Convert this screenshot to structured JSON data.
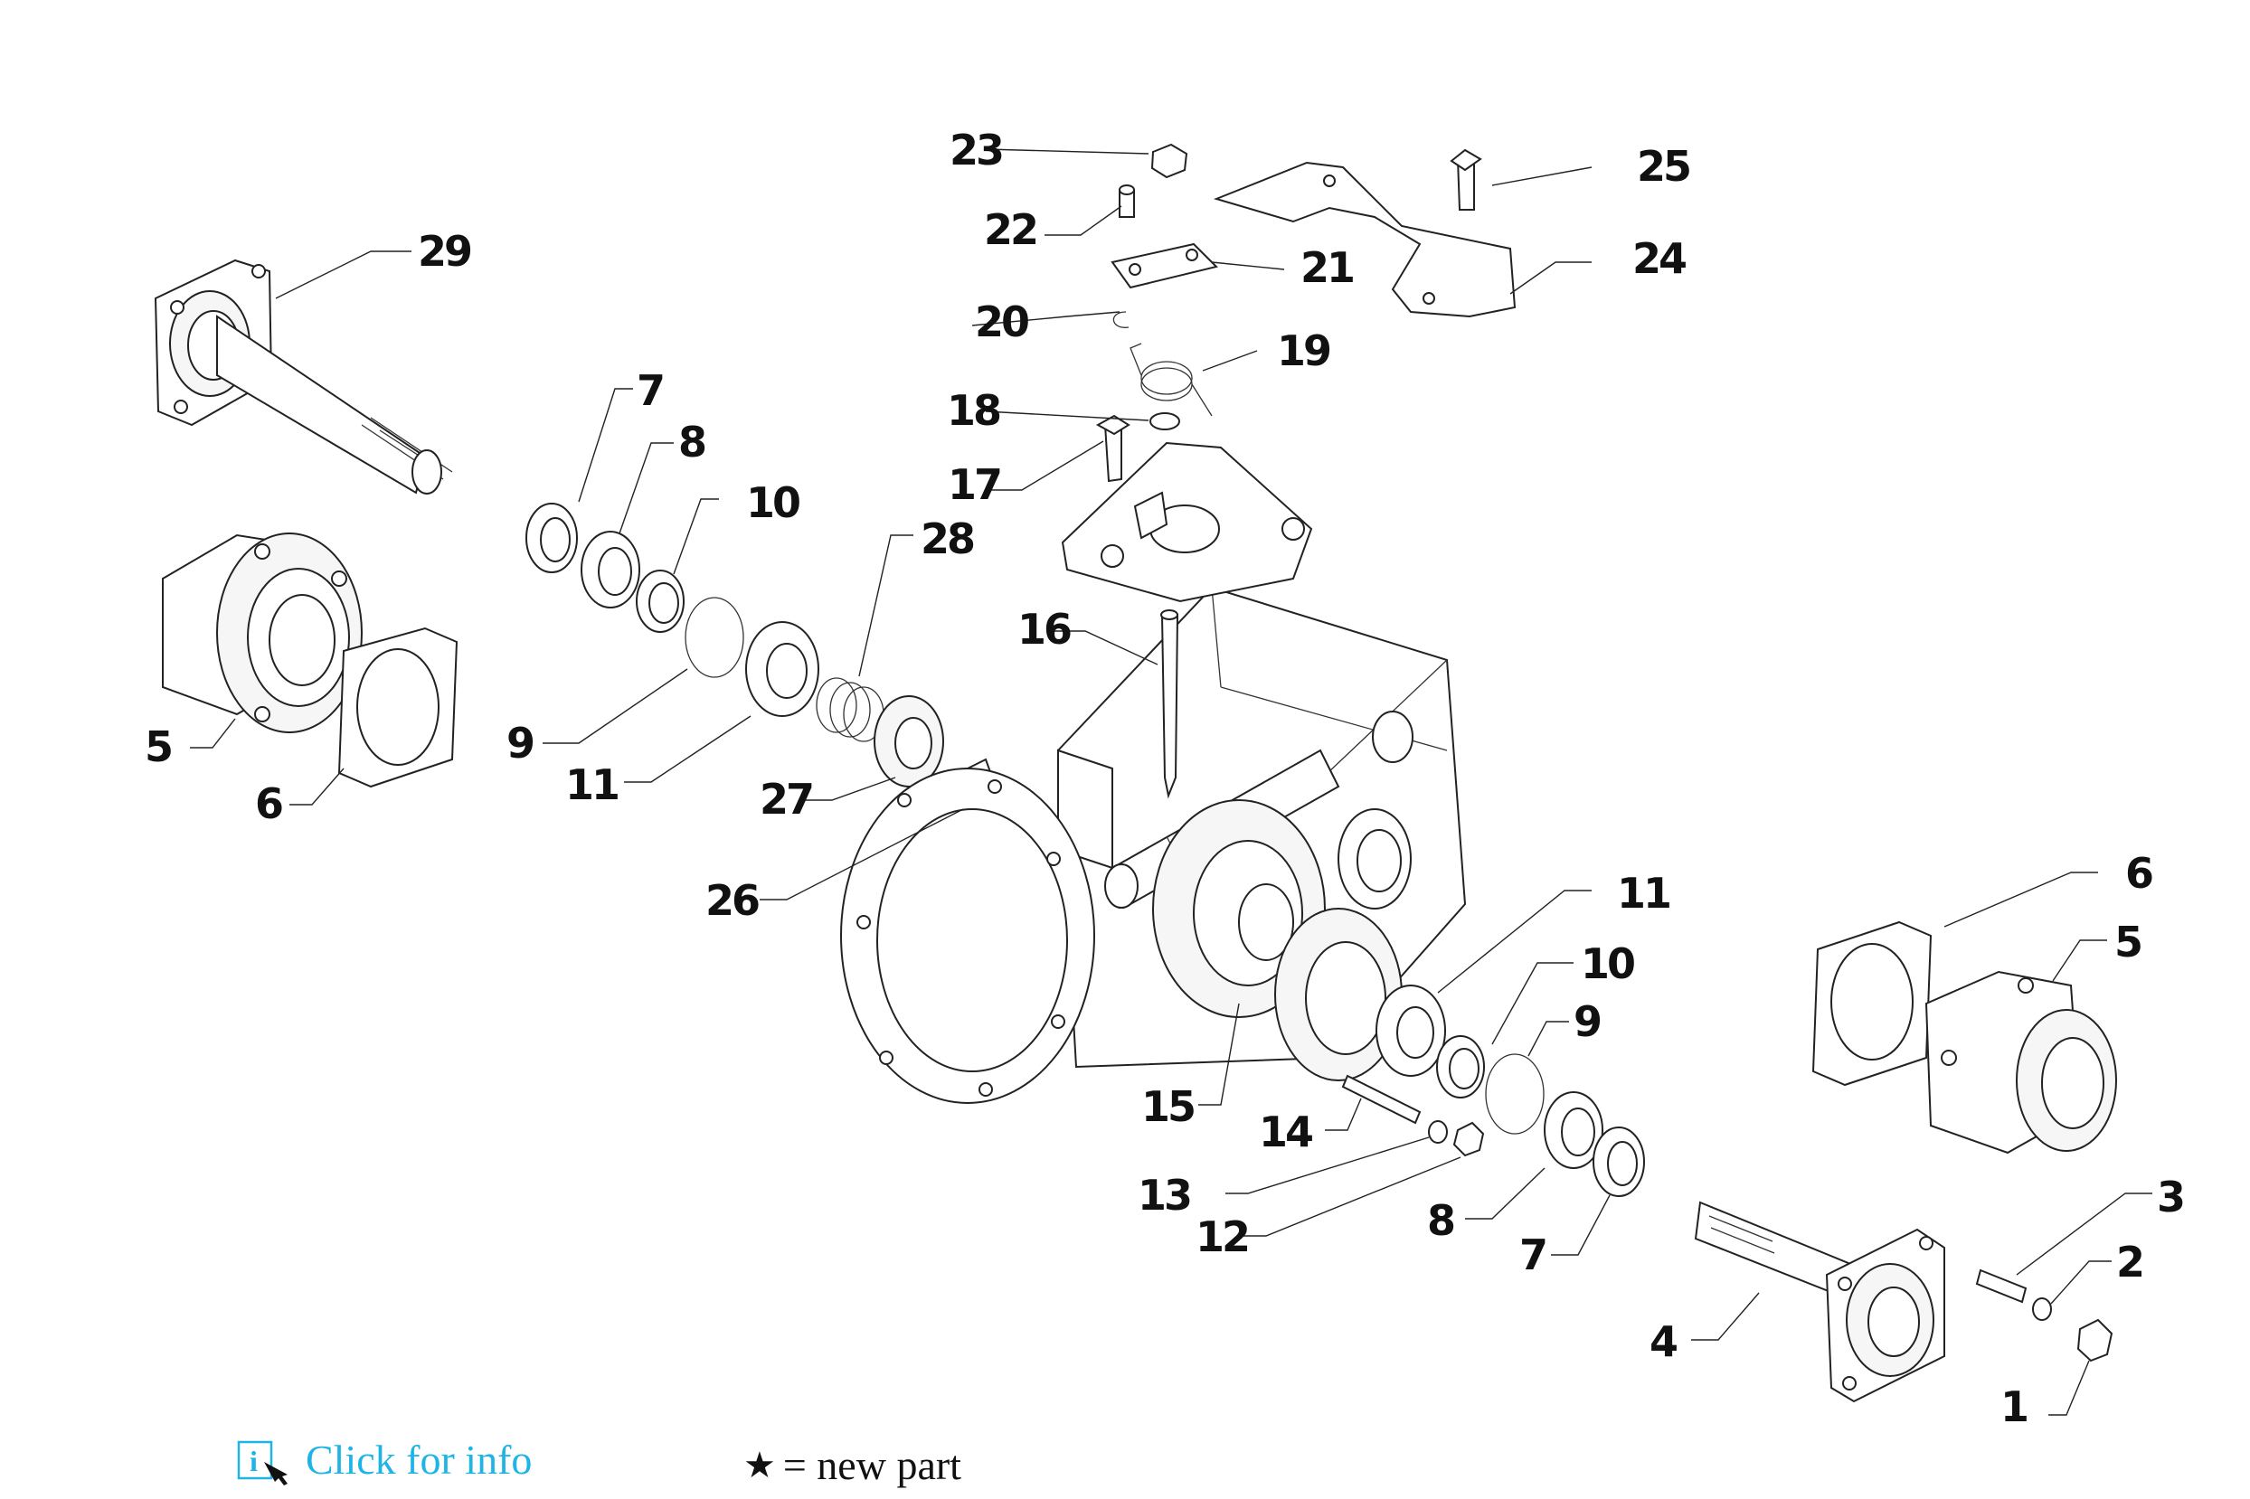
{
  "diagram": {
    "callouts": [
      {
        "id": "c29",
        "label": "29"
      },
      {
        "id": "c23",
        "label": "23"
      },
      {
        "id": "c22",
        "label": "22"
      },
      {
        "id": "c21",
        "label": "21"
      },
      {
        "id": "c20",
        "label": "20"
      },
      {
        "id": "c19",
        "label": "19"
      },
      {
        "id": "c18",
        "label": "18"
      },
      {
        "id": "c17",
        "label": "17"
      },
      {
        "id": "c25",
        "label": "25"
      },
      {
        "id": "c24",
        "label": "24"
      },
      {
        "id": "c7a",
        "label": "7"
      },
      {
        "id": "c8a",
        "label": "8"
      },
      {
        "id": "c10a",
        "label": "10"
      },
      {
        "id": "c28",
        "label": "28"
      },
      {
        "id": "c16",
        "label": "16"
      },
      {
        "id": "c5a",
        "label": "5"
      },
      {
        "id": "c9a",
        "label": "9"
      },
      {
        "id": "c6a",
        "label": "6"
      },
      {
        "id": "c11a",
        "label": "11"
      },
      {
        "id": "c27",
        "label": "27"
      },
      {
        "id": "c26",
        "label": "26"
      },
      {
        "id": "c11b",
        "label": "11"
      },
      {
        "id": "c6b",
        "label": "6"
      },
      {
        "id": "c5b",
        "label": "5"
      },
      {
        "id": "c10b",
        "label": "10"
      },
      {
        "id": "c9b",
        "label": "9"
      },
      {
        "id": "c15",
        "label": "15"
      },
      {
        "id": "c14",
        "label": "14"
      },
      {
        "id": "c13",
        "label": "13"
      },
      {
        "id": "c12",
        "label": "12"
      },
      {
        "id": "c8b",
        "label": "8"
      },
      {
        "id": "c7b",
        "label": "7"
      },
      {
        "id": "c3",
        "label": "3"
      },
      {
        "id": "c2",
        "label": "2"
      },
      {
        "id": "c4",
        "label": "4"
      },
      {
        "id": "c1",
        "label": "1"
      }
    ]
  },
  "footer": {
    "info_icon": "info-cursor-icon",
    "info_link": "Click for info",
    "legend_symbol": "★",
    "legend_text": "= new part"
  }
}
